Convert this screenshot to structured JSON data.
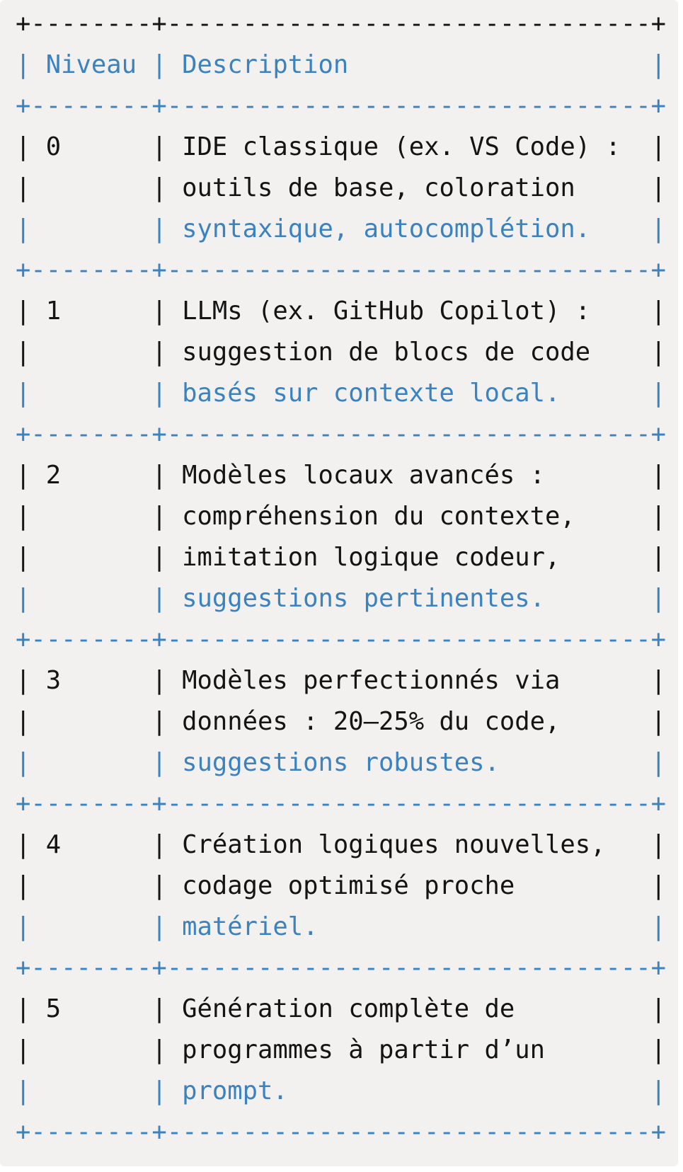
{
  "accent_color": "#3a82c0",
  "text_color": "#141414",
  "background_color": "#f2f1f0",
  "table_lines": [
    {
      "text": "+--------+--------------------------------+",
      "style": "black"
    },
    {
      "text": "| Niveau | Description                    |",
      "style": "blue"
    },
    {
      "text": "+--------+--------------------------------+",
      "style": "blue"
    },
    {
      "text": "| 0      | IDE classique (ex. VS Code) :  |",
      "style": "black"
    },
    {
      "text": "|        | outils de base, coloration     |",
      "style": "black"
    },
    {
      "text": "|        | syntaxique, autocomplétion.    |",
      "style": "blue"
    },
    {
      "text": "+--------+--------------------------------+",
      "style": "blue"
    },
    {
      "text": "| 1      | LLMs (ex. GitHub Copilot) :    |",
      "style": "black"
    },
    {
      "text": "|        | suggestion de blocs de code    |",
      "style": "black"
    },
    {
      "text": "|        | basés sur contexte local.      |",
      "style": "blue"
    },
    {
      "text": "+--------+--------------------------------+",
      "style": "blue"
    },
    {
      "text": "| 2      | Modèles locaux avancés :       |",
      "style": "black"
    },
    {
      "text": "|        | compréhension du contexte,     |",
      "style": "black"
    },
    {
      "text": "|        | imitation logique codeur,      |",
      "style": "black"
    },
    {
      "text": "|        | suggestions pertinentes.       |",
      "style": "blue"
    },
    {
      "text": "+--------+--------------------------------+",
      "style": "blue"
    },
    {
      "text": "| 3      | Modèles perfectionnés via      |",
      "style": "black"
    },
    {
      "text": "|        | données : 20–25% du code,      |",
      "style": "black"
    },
    {
      "text": "|        | suggestions robustes.          |",
      "style": "blue"
    },
    {
      "text": "+--------+--------------------------------+",
      "style": "blue"
    },
    {
      "text": "| 4      | Création logiques nouvelles,   |",
      "style": "black"
    },
    {
      "text": "|        | codage optimisé proche         |",
      "style": "black"
    },
    {
      "text": "|        | matériel.                      |",
      "style": "blue"
    },
    {
      "text": "+--------+--------------------------------+",
      "style": "blue"
    },
    {
      "text": "| 5      | Génération complète de         |",
      "style": "black"
    },
    {
      "text": "|        | programmes à partir d’un       |",
      "style": "black"
    },
    {
      "text": "|        | prompt.                        |",
      "style": "blue"
    },
    {
      "text": "+--------+--------------------------------+",
      "style": "blue"
    }
  ]
}
